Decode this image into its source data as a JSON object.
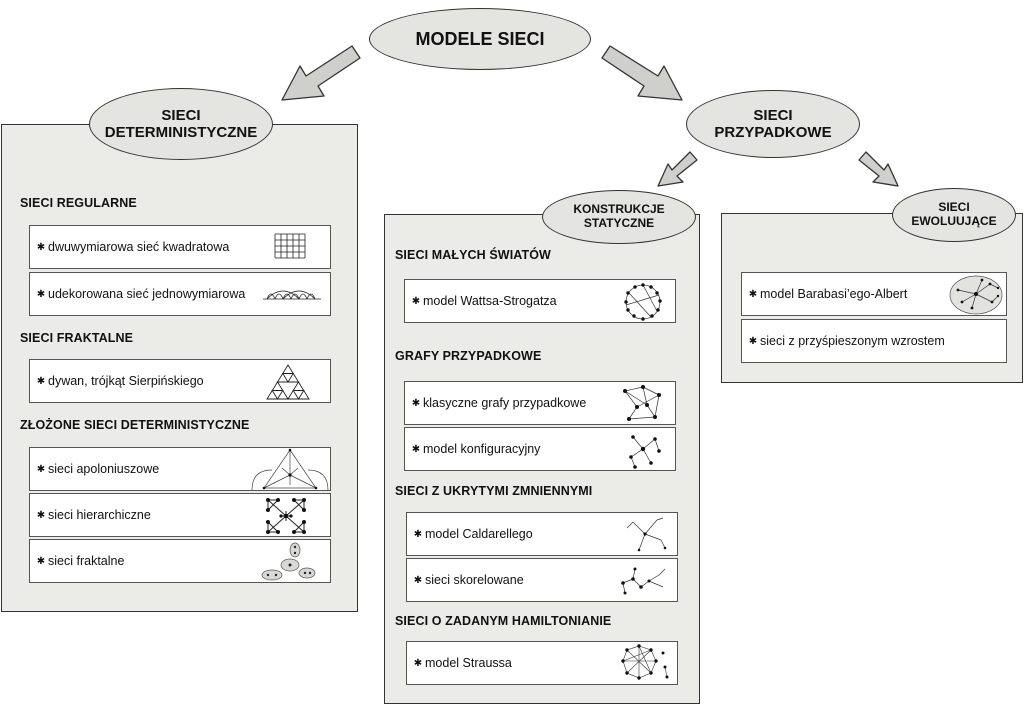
{
  "title": "MODELE SIECI",
  "deterministic": {
    "header": "SIECI\nDETERMINISTYCZNE",
    "groups": [
      {
        "title": "SIECI REGULARNE",
        "items": [
          {
            "label": "dwuwymiarowa sieć kwadratowa",
            "icon": "square-lattice-icon"
          },
          {
            "label": "udekorowana sieć jednowymiarowa",
            "icon": "decorated-chain-icon"
          }
        ]
      },
      {
        "title": "SIECI FRAKTALNE",
        "items": [
          {
            "label": "dywan, trójkąt Sierpińskiego",
            "icon": "sierpinski-triangle-icon"
          }
        ]
      },
      {
        "title": "ZŁOŻONE SIECI DETERMINISTYCZNE",
        "items": [
          {
            "label": "sieci apoloniuszowe",
            "icon": "apollonian-network-icon"
          },
          {
            "label": "sieci hierarchiczne",
            "icon": "hierarchical-network-icon"
          },
          {
            "label": "sieci fraktalne",
            "icon": "fractal-network-icon"
          }
        ]
      }
    ]
  },
  "random": {
    "header": "SIECI\nPRZYPADKOWE",
    "static": {
      "header": "KONSTRUKCJE\nSTATYCZNE",
      "groups": [
        {
          "title": "SIECI MAŁYCH ŚWIATÓW",
          "items": [
            {
              "label": "model Wattsa-Strogatza",
              "icon": "small-world-ring-icon"
            }
          ]
        },
        {
          "title": "GRAFY PRZYPADKOWE",
          "items": [
            {
              "label": "klasyczne grafy przypadkowe",
              "icon": "random-graph-icon"
            },
            {
              "label": "model konfiguracyjny",
              "icon": "configuration-model-icon"
            }
          ]
        },
        {
          "title": "SIECI Z UKRYTYMI ZMNIENNYMI",
          "items": [
            {
              "label": "model Caldarellego",
              "icon": "caldarelli-tree-icon"
            },
            {
              "label": "sieci skorelowane",
              "icon": "correlated-network-icon"
            }
          ]
        },
        {
          "title": "SIECI O ZADANYM HAMILTONIANIE",
          "items": [
            {
              "label": "model Straussa",
              "icon": "strauss-model-icon"
            }
          ]
        }
      ]
    },
    "evolving": {
      "header": "SIECI\nEWOLUUJĄCE",
      "items": [
        {
          "label": "model Barabasi’ego-Albert",
          "icon": "barabasi-albert-icon"
        },
        {
          "label": "sieci z przyśpieszonym wzrostem",
          "icon": ""
        }
      ]
    }
  },
  "colors": {
    "panel": "#ebebe8",
    "ellipse": "#e4e4e1",
    "arrow": "#cfcfcc",
    "stroke": "#333333"
  }
}
